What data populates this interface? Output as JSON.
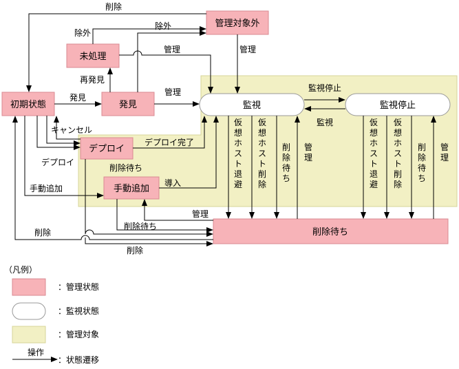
{
  "colors": {
    "managed_state_fill": "#f7b3b8",
    "managed_state_stroke": "#d98a92",
    "monitor_state_fill": "#ffffff",
    "managed_target_fill": "#f2f0c4",
    "managed_target_stroke": "#d7d49a",
    "line": "#000000"
  },
  "states": {
    "initial": "初期状態",
    "unprocessed": "未処理",
    "discovered": "発見",
    "unmanaged": "管理対象外",
    "deploy": "デプロイ",
    "manual_add": "手動追加",
    "delete_wait": "削除待ち",
    "monitor": "監視",
    "monitor_stop": "監視停止"
  },
  "transitions": {
    "delete": "削除",
    "exclude": "除外",
    "manage": "管理",
    "rediscover": "再発見",
    "discover": "発見",
    "cancel": "キャンセル",
    "deploy": "デプロイ",
    "deploy_done": "デプロイ完了",
    "delete_wait": "削除待ち",
    "manual_add": "手動追加",
    "introduce": "導入",
    "monitor_stop": "監視停止",
    "monitor": "監視",
    "vhost_evac": "仮想ホスト退避",
    "vhost_delete": "仮想ホスト削除"
  },
  "legend": {
    "title": "（凡例）",
    "managed_state": "：管理状態",
    "monitor_state": "：監視状態",
    "managed_target": "：管理対象",
    "operation": "操作",
    "transition": "：状態遷移"
  }
}
